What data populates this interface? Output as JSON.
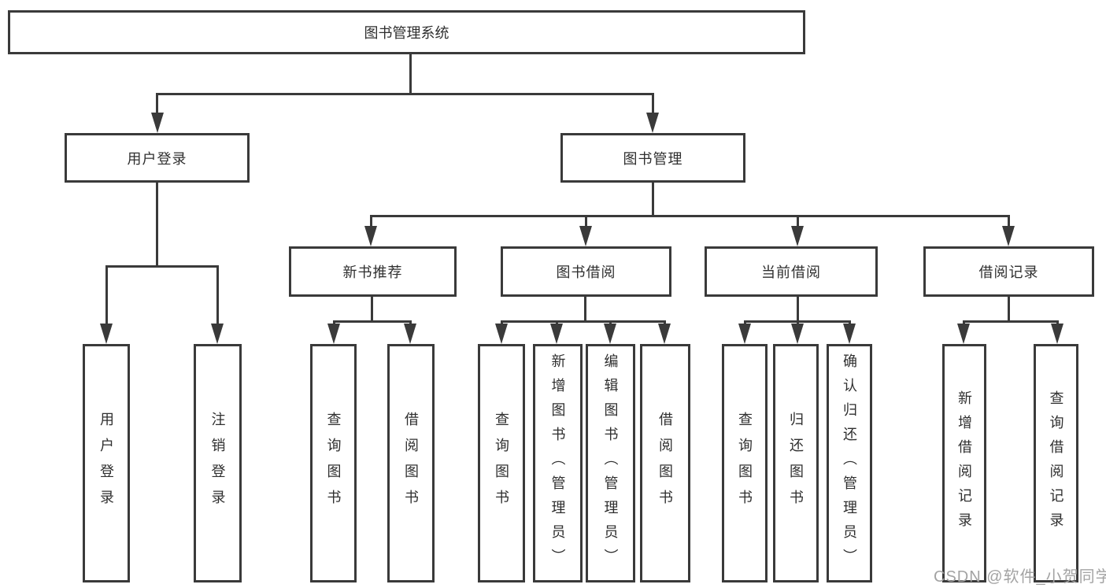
{
  "diagram": {
    "root": {
      "label": "图书管理系统"
    },
    "branches": [
      {
        "label": "用户登录",
        "children": [
          "用户登录",
          "注销登录"
        ]
      },
      {
        "label": "图书管理",
        "groups": [
          {
            "label": "新书推荐",
            "children": [
              "查询图书",
              "借阅图书"
            ]
          },
          {
            "label": "图书借阅",
            "children": [
              "查询图书",
              "新增图书（管理员）",
              "编辑图书（管理员）",
              "借阅图书"
            ]
          },
          {
            "label": "当前借阅",
            "children": [
              "查询图书",
              "归还图书",
              "确认归还（管理员）"
            ]
          },
          {
            "label": "借阅记录",
            "children": [
              "新增借阅记录",
              "查询借阅记录"
            ]
          }
        ]
      }
    ]
  },
  "watermark": {
    "text": "CSDN @软件_小贺同学"
  },
  "colors": {
    "line": "#3a3a3a",
    "text": "#2f2f2f",
    "watermark": "#a3a3a3",
    "background": "#ffffff"
  }
}
